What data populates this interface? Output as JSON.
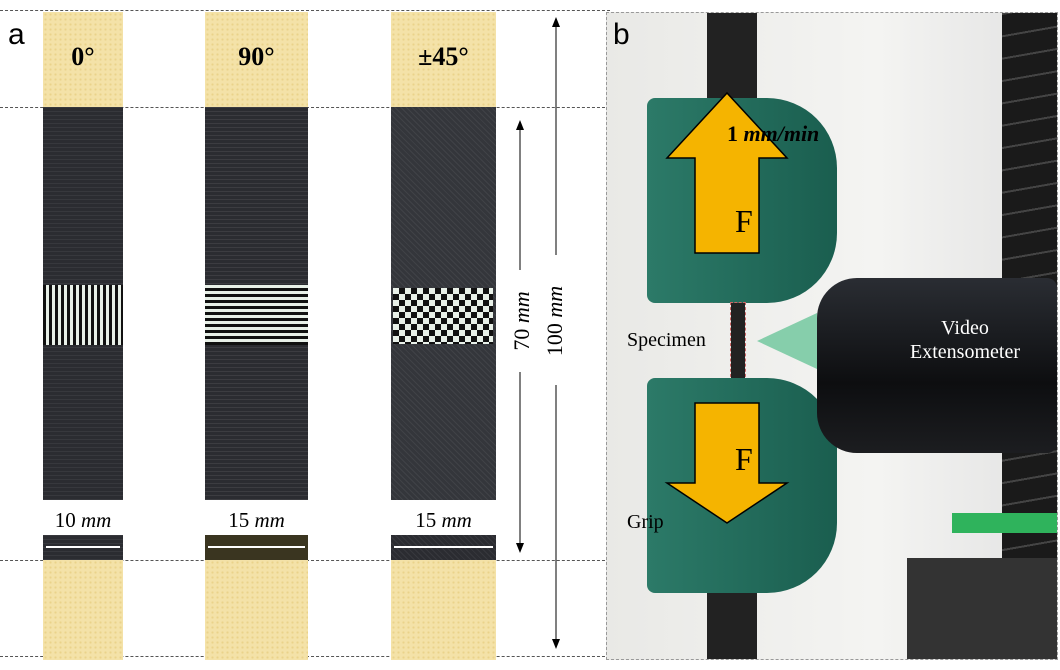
{
  "panel_a": {
    "label": "a",
    "specimens": [
      {
        "angle": "0°",
        "width": "10",
        "unit": "mm"
      },
      {
        "angle": "90°",
        "width": "15",
        "unit": "mm"
      },
      {
        "angle": "±45°",
        "width": "15",
        "unit": "mm"
      }
    ],
    "gauge_length": {
      "value": "70",
      "unit": "mm"
    },
    "total_length": {
      "value": "100",
      "unit": "mm"
    }
  },
  "panel_b": {
    "label": "b",
    "speed": {
      "value": "1",
      "unit": "mm/min"
    },
    "force_label": "F",
    "specimen_label": "Specimen",
    "grip_label": "Grip",
    "camera_label_1": "Video",
    "camera_label_2": "Extensometer"
  },
  "colors": {
    "tab": "#f4e2a8",
    "grip": "#1f6b5a",
    "arrow": "#f5b400",
    "specimen": "#2b2c31"
  }
}
